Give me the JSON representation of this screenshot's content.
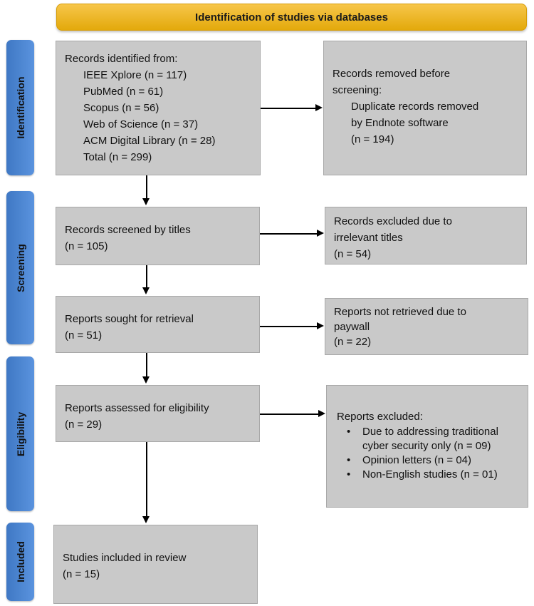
{
  "header": {
    "title": "Identification of studies via databases"
  },
  "stages": {
    "identification": "Identification",
    "screening": "Screening",
    "eligibility": "Eligibility",
    "included": "Included"
  },
  "boxes": {
    "records_identified": {
      "title": "Records identified from:",
      "items": [
        "IEEE Xplore (n = 117)",
        "PubMed (n = 61)",
        "Scopus (n = 56)",
        "Web of Science (n = 37)",
        "ACM Digital Library (n = 28)",
        "Total (n = 299)"
      ]
    },
    "records_removed": {
      "title_line1": "Records removed before",
      "title_line2": "screening:",
      "detail_line1": "Duplicate records removed",
      "detail_line2": "by Endnote software",
      "count": "(n = 194)"
    },
    "screened_titles": {
      "label": "Records screened by titles",
      "count": "(n = 105)"
    },
    "excluded_titles": {
      "line1": "Records excluded due to",
      "line2": "irrelevant titles",
      "count": "(n = 54)"
    },
    "sought_retrieval": {
      "label": "Reports sought for retrieval",
      "count": "(n = 51)"
    },
    "not_retrieved": {
      "line1": "Reports not retrieved due to",
      "line2": "paywall",
      "count": "(n = 22)"
    },
    "assessed_eligibility": {
      "label": "Reports assessed for eligibility",
      "count": "(n = 29)"
    },
    "reports_excluded": {
      "title": "Reports excluded:",
      "bullets": [
        {
          "line1": "Due to addressing traditional",
          "line2": "cyber security only (n = 09)"
        },
        {
          "line1": "Opinion letters (n = 04)"
        },
        {
          "line1": "Non-English studies (n = 01)"
        }
      ]
    },
    "included_studies": {
      "label": "Studies included in review",
      "count": "(n = 15)"
    }
  }
}
